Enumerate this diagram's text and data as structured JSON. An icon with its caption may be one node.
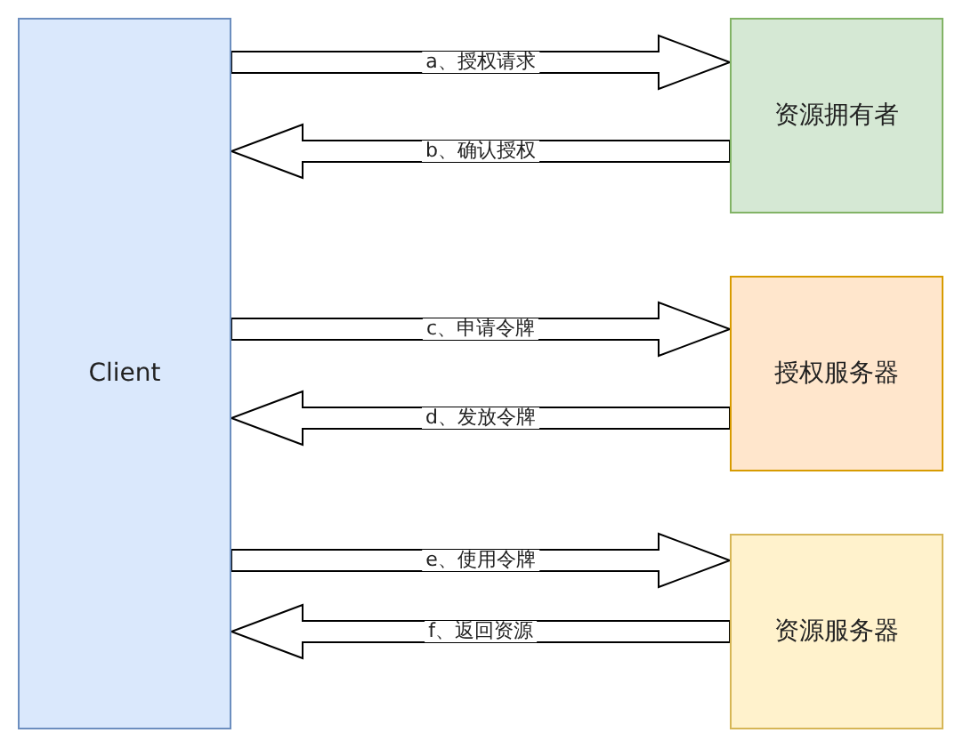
{
  "diagram": {
    "nodes": [
      {
        "text": [
          "Client"
        ]
      },
      {
        "text": [
          "资源拥有者"
        ]
      },
      {
        "text": [
          "授权服务器"
        ]
      },
      {
        "text": [
          "资源服务器"
        ]
      }
    ],
    "edges": [
      {
        "from": 0,
        "to": 1,
        "arrow": "to",
        "label": "a、授权请求"
      },
      {
        "from": 1,
        "to": 0,
        "arrow": "to",
        "label": "b、确认授权"
      },
      {
        "from": 0,
        "to": 2,
        "arrow": "to",
        "label": "c、申请令牌"
      },
      {
        "from": 2,
        "to": 0,
        "arrow": "to",
        "label": "d、发放令牌"
      },
      {
        "from": 0,
        "to": 3,
        "arrow": "to",
        "label": "e、使用令牌"
      },
      {
        "from": 3,
        "to": 0,
        "arrow": "to",
        "label": "f、返回资源"
      }
    ]
  }
}
